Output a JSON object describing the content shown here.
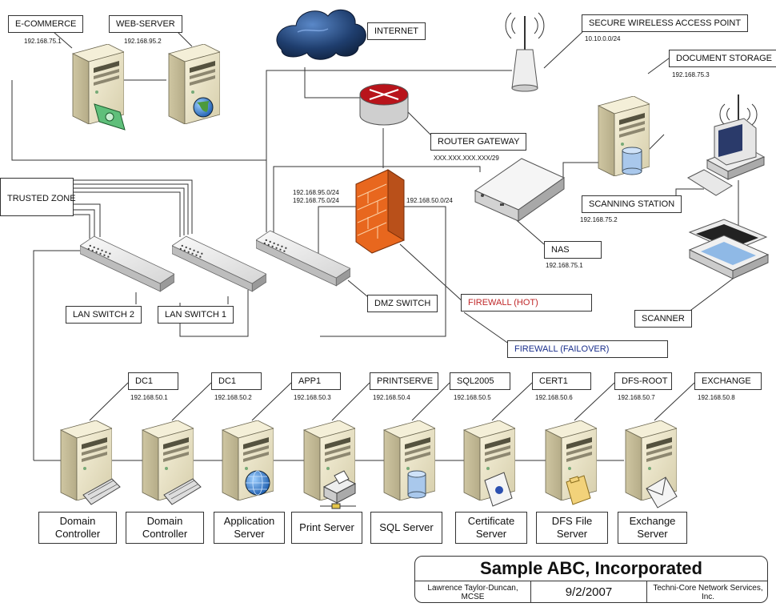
{
  "labels": {
    "ecommerce": "E-COMMERCE",
    "webserver": "WEB-SERVER",
    "internet": "INTERNET",
    "wap": "SECURE WIRELESS ACCESS POINT",
    "docstorage": "DOCUMENT STORAGE",
    "router": "ROUTER GATEWAY",
    "trusted": "TRUSTED ZONE",
    "scanstation": "SCANNING STATION",
    "nas": "NAS",
    "lan2": "LAN SWITCH 2",
    "lan1": "LAN SWITCH 1",
    "dmz": "DMZ SWITCH",
    "fwhot": "FIREWALL (HOT)",
    "fwfail": "FIREWALL (FAILOVER)",
    "scanner": "SCANNER"
  },
  "ips": {
    "ecommerce": "192.168.75.1",
    "webserver": "192.168.95.2",
    "wap": "10.10.0.0/24",
    "docstorage": "192.168.75.3",
    "router": "XXX.XXX.XXX.XXX/29",
    "dmz_net1": "192.168.95.0/24",
    "dmz_net2": "192.168.75.0/24",
    "lan_net": "192.168.50.0/24",
    "scanstation": "192.168.75.2",
    "nas": "192.168.75.1"
  },
  "servers": [
    {
      "name": "DC1",
      "ip": "192.168.50.1",
      "caption": [
        "Domain",
        "Controller"
      ]
    },
    {
      "name": "DC1",
      "ip": "192.168.50.2",
      "caption": [
        "Domain",
        "Controller"
      ]
    },
    {
      "name": "APP1",
      "ip": "192.168.50.3",
      "caption": [
        "Application",
        "Server"
      ]
    },
    {
      "name": "PRINTSERVE",
      "ip": "192.168.50.4",
      "caption": [
        "Print Server"
      ]
    },
    {
      "name": "SQL2005",
      "ip": "192.168.50.5",
      "caption": [
        "SQL Server"
      ]
    },
    {
      "name": "CERT1",
      "ip": "192.168.50.6",
      "caption": [
        "Certificate",
        "Server"
      ]
    },
    {
      "name": "DFS-ROOT",
      "ip": "192.168.50.7",
      "caption": [
        "DFS File",
        "Server"
      ]
    },
    {
      "name": "EXCHANGE",
      "ip": "192.168.50.8",
      "caption": [
        "Exchange",
        "Server"
      ]
    }
  ],
  "title_block": {
    "company": "Sample ABC, Incorporated",
    "author": "Lawrence Taylor-Duncan, MCSE",
    "date": "9/2/2007",
    "firm": "Techni-Core Network Services, Inc."
  },
  "colors": {
    "firewall_hot": "#c0282a",
    "firewall_failover": "#1a2f8c",
    "firewall_brick": "#e8671e",
    "cloud": "#1f3e6e",
    "server_body": "#efe8c8"
  }
}
